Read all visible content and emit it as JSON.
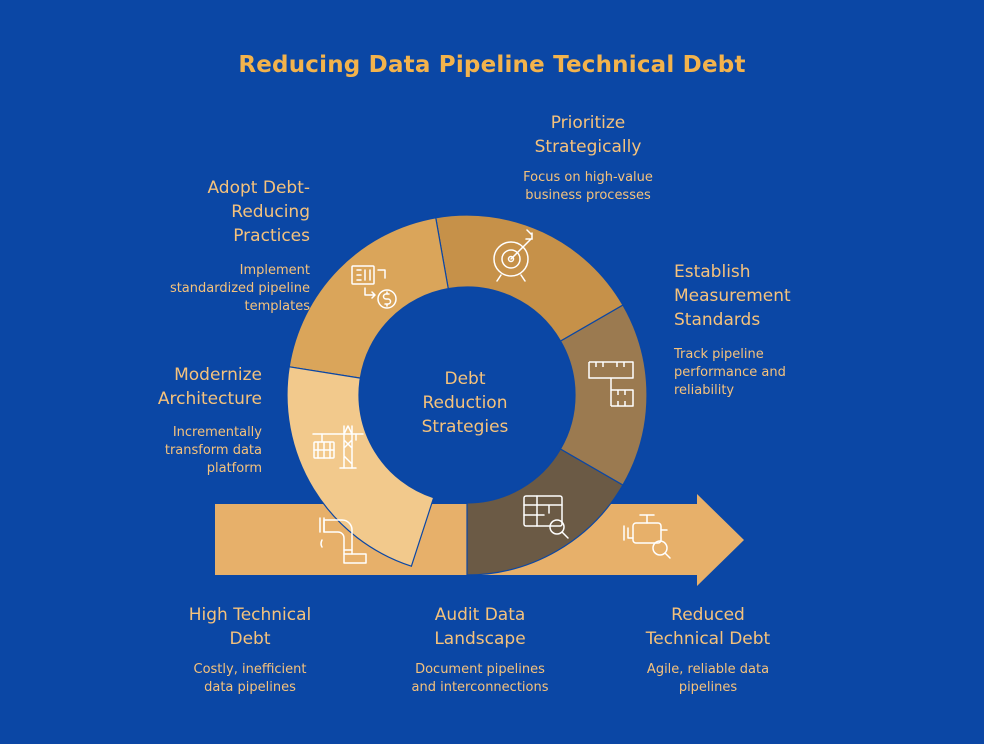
{
  "title": "Reducing Data Pipeline Technical Debt",
  "center": "Debt\nReduction\nStrategies",
  "colors": {
    "background": "#0b47a5",
    "text": "#f5c27c",
    "title": "#f3b34c",
    "arrow": "#e7b06a",
    "seg_audit": "#6b5a45",
    "seg_measure": "#9b7a50",
    "seg_prioritize": "#c69149",
    "seg_adopt": "#daa55a",
    "seg_modernize": "#f2c98c"
  },
  "ring_segments": [
    {
      "id": "modernize",
      "heading": "Modernize\nArchitecture",
      "description": "Incrementally\ntransform data\nplatform",
      "icon": "crane-icon"
    },
    {
      "id": "adopt",
      "heading": "Adopt Debt-\nReducing\nPractices",
      "description": "Implement\nstandardized pipeline\ntemplates",
      "icon": "cost-process-icon"
    },
    {
      "id": "prioritize",
      "heading": "Prioritize\nStrategically",
      "description": "Focus on high-value\nbusiness processes",
      "icon": "target-icon"
    },
    {
      "id": "measure",
      "heading": "Establish\nMeasurement\nStandards",
      "description": "Track pipeline\nperformance and\nreliability",
      "icon": "measuring-tape-icon"
    },
    {
      "id": "audit",
      "heading": "Audit Data\nLandscape",
      "description": "Document pipelines\nand interconnections",
      "icon": "table-search-icon"
    }
  ],
  "arrow_states": [
    {
      "id": "start",
      "heading": "High Technical\nDebt",
      "description": "Costly, inefficient\ndata pipelines",
      "icon": "pipe-icon"
    },
    {
      "id": "end",
      "heading": "Reduced\nTechnical Debt",
      "description": "Agile, reliable data\npipelines",
      "icon": "valve-search-icon"
    }
  ]
}
